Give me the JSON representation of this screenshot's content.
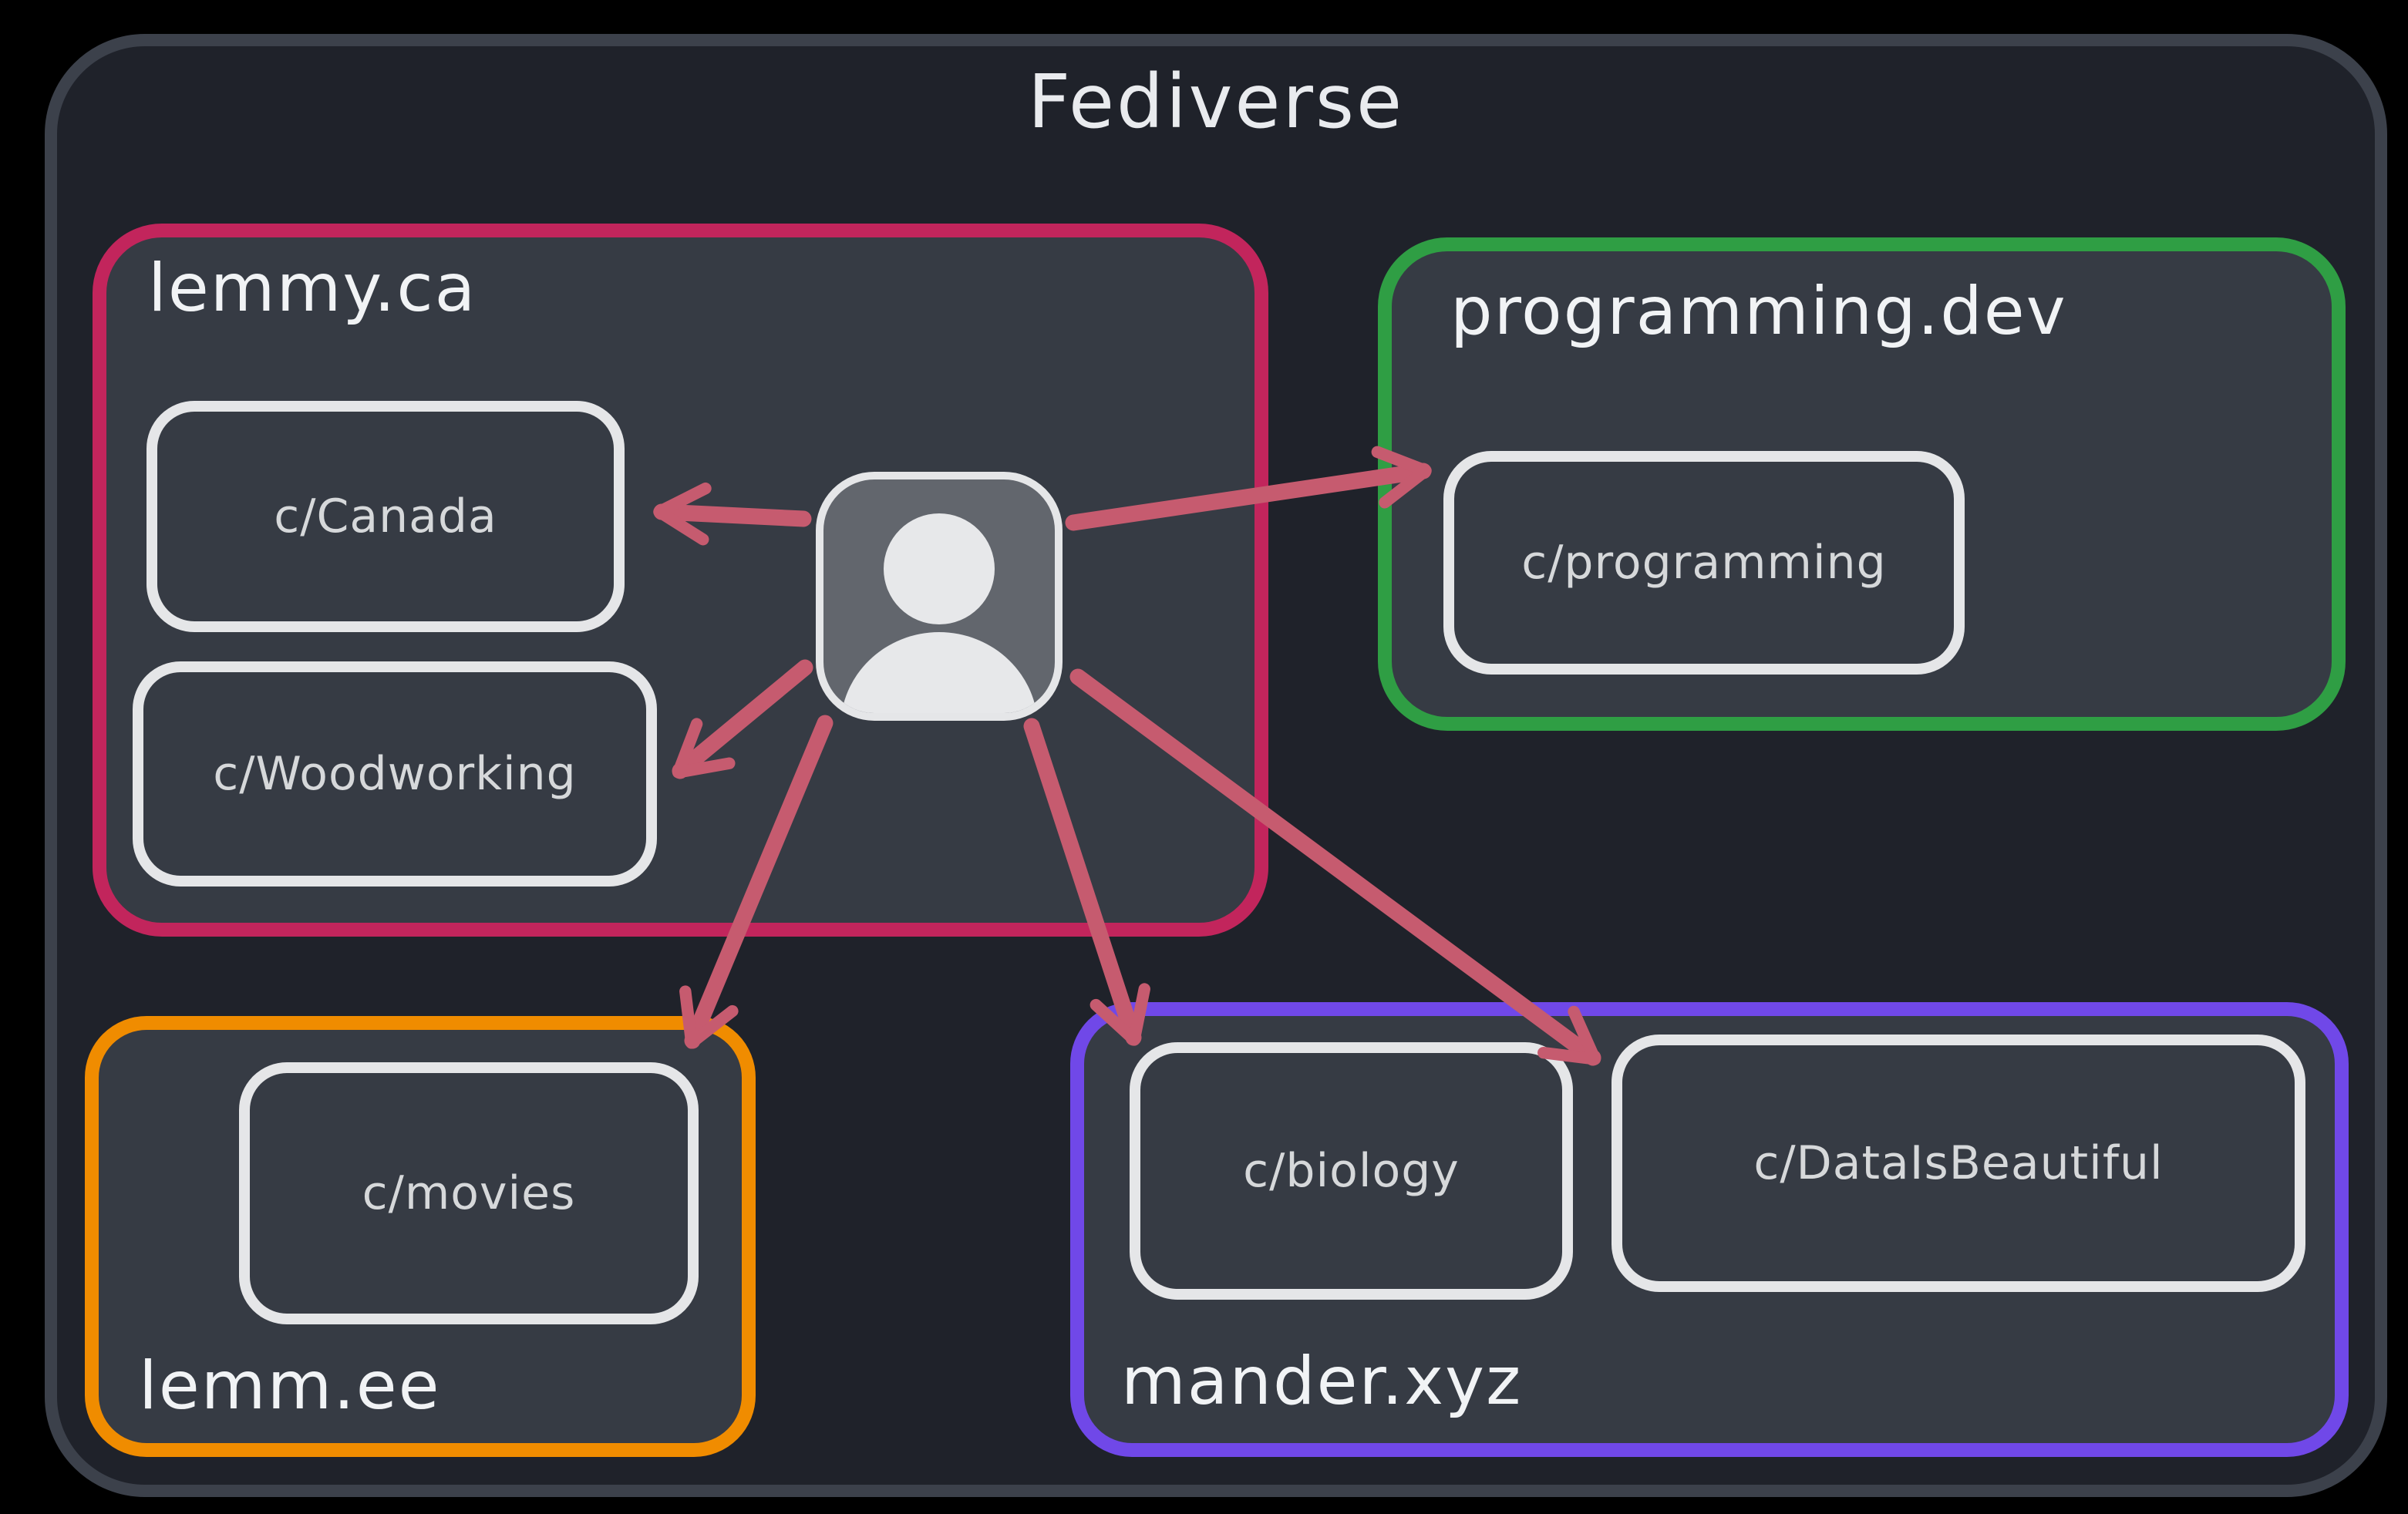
{
  "title": "Fediverse",
  "colors": {
    "page_background": "#000000",
    "canvas_fill": "#1f222a",
    "canvas_border": "#3c414b",
    "box_fill": "#363b44",
    "community_border": "#e5e6e8",
    "instance_label_text": "#f1f3f5",
    "community_label_text": "#d6d8da",
    "arrow": "#c65b6f",
    "avatar_fill": "#62666d",
    "avatar_figure": "#e7e8ea"
  },
  "instances": {
    "lemmy_ca": {
      "name": "lemmy.ca",
      "accent": "#c2255c",
      "communities": {
        "canada": "c/Canada",
        "woodworking": "c/Woodworking"
      }
    },
    "programming_dev": {
      "name": "programming.dev",
      "accent": "#2f9e44",
      "communities": {
        "programming": "c/programming"
      }
    },
    "lemm_ee": {
      "name": "lemm.ee",
      "accent": "#f08c00",
      "communities": {
        "movies": "c/movies"
      }
    },
    "mander_xyz": {
      "name": "mander.xyz",
      "accent": "#7048e8",
      "communities": {
        "biology": "c/biology",
        "dataisbeautiful": "c/DataIsBeautiful"
      }
    }
  },
  "user": {
    "icon": "user-avatar-silhouette",
    "home_instance": "lemmy.ca"
  },
  "arrows": [
    {
      "from": "user",
      "to": "c/Canada"
    },
    {
      "from": "user",
      "to": "c/programming"
    },
    {
      "from": "user",
      "to": "c/Woodworking"
    },
    {
      "from": "user",
      "to": "c/movies"
    },
    {
      "from": "user",
      "to": "c/biology"
    },
    {
      "from": "user",
      "to": "c/DataIsBeautiful"
    }
  ]
}
